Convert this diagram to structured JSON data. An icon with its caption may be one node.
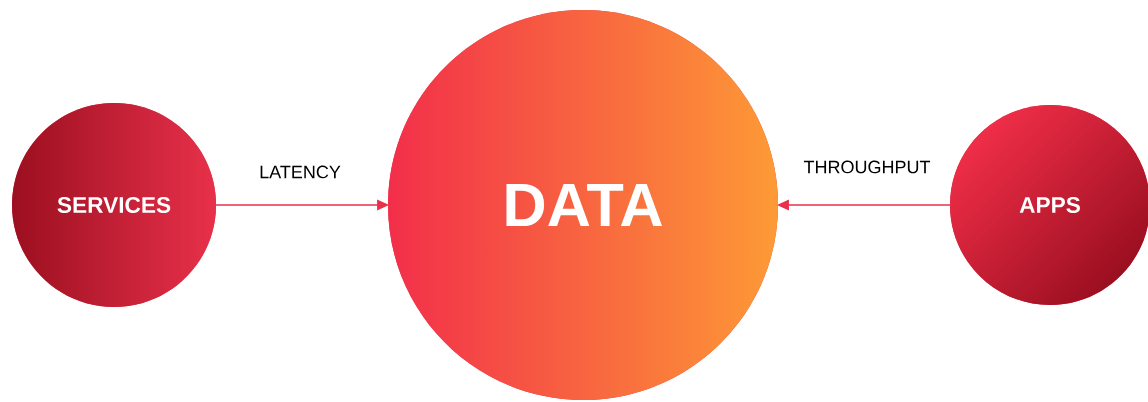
{
  "diagram": {
    "nodes": [
      {
        "text": [
          "SERVICES"
        ]
      },
      {
        "text": [
          "DATA"
        ]
      },
      {
        "text": [
          "APPS"
        ]
      }
    ],
    "edges": [
      {
        "from": 0,
        "to": 1,
        "arrow": "to",
        "label": "LATENCY"
      },
      {
        "from": 2,
        "to": 1,
        "arrow": "to",
        "label": "THROUGHPUT"
      }
    ]
  }
}
